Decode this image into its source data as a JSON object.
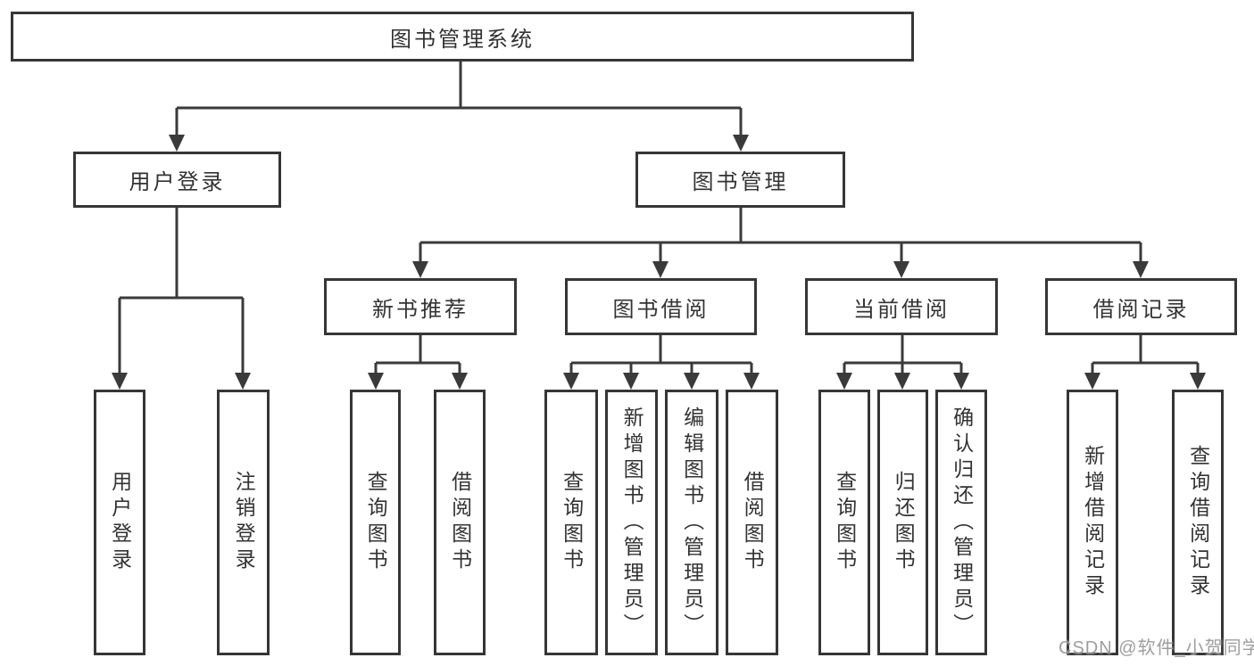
{
  "diagram_title": "图书管理系统",
  "nodes": {
    "root": {
      "label": "图书管理系统"
    },
    "user_login": {
      "label": "用户登录"
    },
    "book_mgmt": {
      "label": "图书管理"
    },
    "new_book": {
      "label": "新书推荐"
    },
    "book_borrow": {
      "label": "图书借阅"
    },
    "current_borrow": {
      "label": "当前借阅"
    },
    "borrow_record": {
      "label": "借阅记录"
    },
    "leaf_user_login": {
      "label": "用户登录"
    },
    "leaf_logout": {
      "label": "注销登录"
    },
    "leaf_nb_query": {
      "label": "查询图书"
    },
    "leaf_nb_borrow": {
      "label": "借阅图书"
    },
    "leaf_bb_query": {
      "label": "查询图书"
    },
    "leaf_bb_add": {
      "label": "新增图书（管理员）"
    },
    "leaf_bb_edit": {
      "label": "编辑图书（管理员）"
    },
    "leaf_bb_borrow": {
      "label": "借阅图书"
    },
    "leaf_cb_query": {
      "label": "查询图书"
    },
    "leaf_cb_return": {
      "label": "归还图书"
    },
    "leaf_cb_confirm": {
      "label": "确认归还（管理员）"
    },
    "leaf_br_add": {
      "label": "新增借阅记录"
    },
    "leaf_br_query": {
      "label": "查询借阅记录"
    }
  },
  "hierarchy": {
    "图书管理系统": {
      "用户登录": [
        "用户登录",
        "注销登录"
      ],
      "图书管理": {
        "新书推荐": [
          "查询图书",
          "借阅图书"
        ],
        "图书借阅": [
          "查询图书",
          "新增图书（管理员）",
          "编辑图书（管理员）",
          "借阅图书"
        ],
        "当前借阅": [
          "查询图书",
          "归还图书",
          "确认归还（管理员）"
        ],
        "借阅记录": [
          "新增借阅记录",
          "查询借阅记录"
        ]
      }
    }
  },
  "watermark": "CSDN @软件_小贺同学",
  "colors": {
    "line": "#3a3a3a",
    "border": "#363636",
    "text": "#333333",
    "watermark": "#949494"
  }
}
